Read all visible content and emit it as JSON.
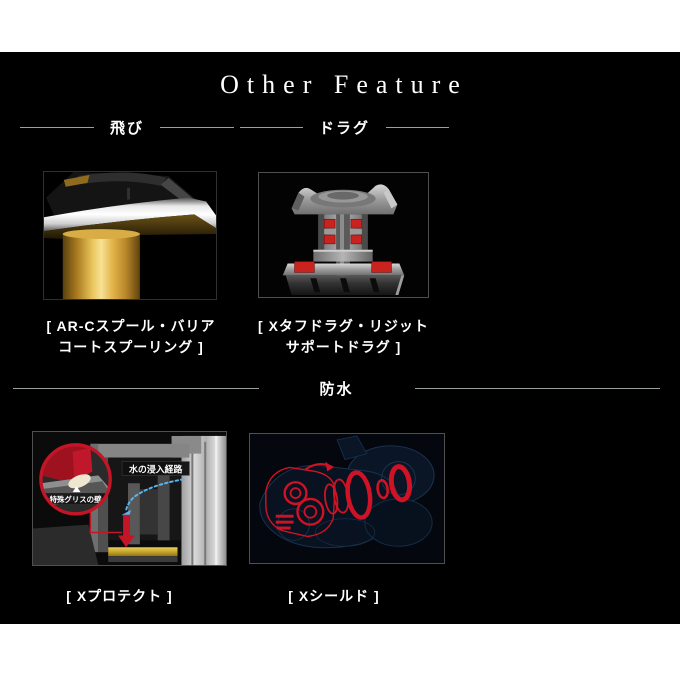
{
  "title": "Other Feature",
  "sections": {
    "tobi": {
      "label": "飛び"
    },
    "drag": {
      "label": "ドラグ"
    },
    "bousui": {
      "label": "防水"
    }
  },
  "features": {
    "arc_spool": {
      "caption_line1": "[ AR-Cスプール・バリア",
      "caption_line2": "コートスプーリング ]",
      "image": "gold-spool-closeup"
    },
    "x_tough_drag": {
      "caption_line1": "[ Xタフドラグ・リジット",
      "caption_line2": "サポートドラグ ]",
      "image": "drag-mechanism-cutaway"
    },
    "x_protect": {
      "caption": "[ Xプロテクト ]",
      "image": "xprotect-waterproof-diagram",
      "annotations": {
        "water_path": "水の浸入経路",
        "grease_wall": "特殊グリスの壁"
      }
    },
    "x_shield": {
      "caption": "[ Xシールド ]",
      "image": "xshield-xray-diagram"
    }
  },
  "colors": {
    "page_bg": "#ffffff",
    "panel_bg": "#000000",
    "text": "#ffffff",
    "divider_line": "#9aa0a0",
    "accent_red": "#c41527",
    "spool_gold": "#e9c35a",
    "water_path_blue": "#5ab4ee",
    "grease_band_yellow": "#c9a62a"
  }
}
